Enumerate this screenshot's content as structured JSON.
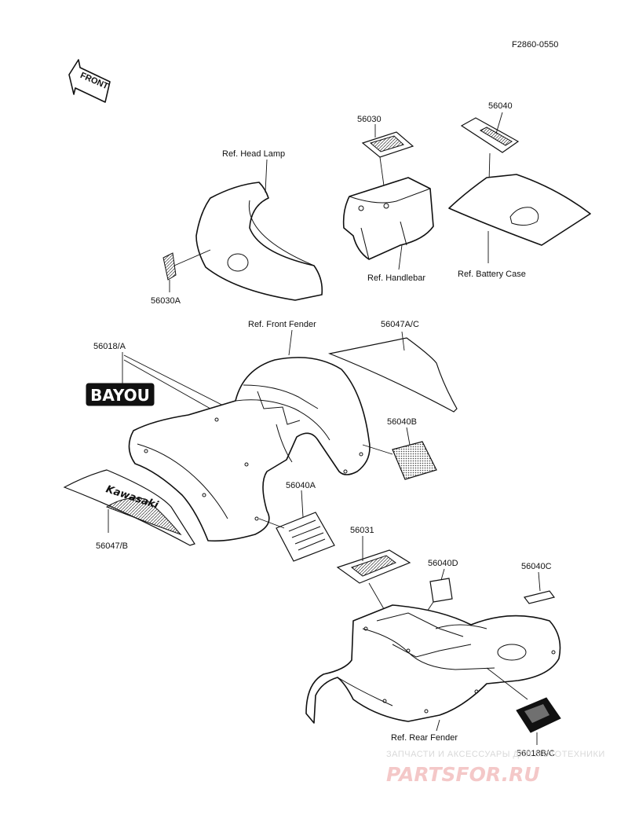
{
  "diagram_code": "F2860-0550",
  "direction_arrow": "FRONT",
  "labels": {
    "ref_head_lamp": "Ref. Head Lamp",
    "p56030": "56030",
    "p56040": "56040",
    "p56030a": "56030A",
    "ref_handlebar": "Ref. Handlebar",
    "ref_battery_case": "Ref. Battery Case",
    "ref_front_fender": "Ref. Front Fender",
    "p56047ac": "56047A/C",
    "p56018a": "56018/A",
    "p56040b": "56040B",
    "p56040a": "56040A",
    "p56047b": "56047/B",
    "p56031": "56031",
    "p56040d": "56040D",
    "p56040c": "56040C",
    "ref_rear_fender": "Ref. Rear Fender",
    "p56018bc": "56018B/C"
  },
  "decal_text": {
    "bayou": "BAYOU",
    "kawasaki": "Kawasaki"
  },
  "watermark": {
    "top": "ЗАПЧАСТИ И АКСЕССУАРЫ ДЛЯ МОТОТЕХНИКИ",
    "logo": "PARTSFOR.RU"
  }
}
